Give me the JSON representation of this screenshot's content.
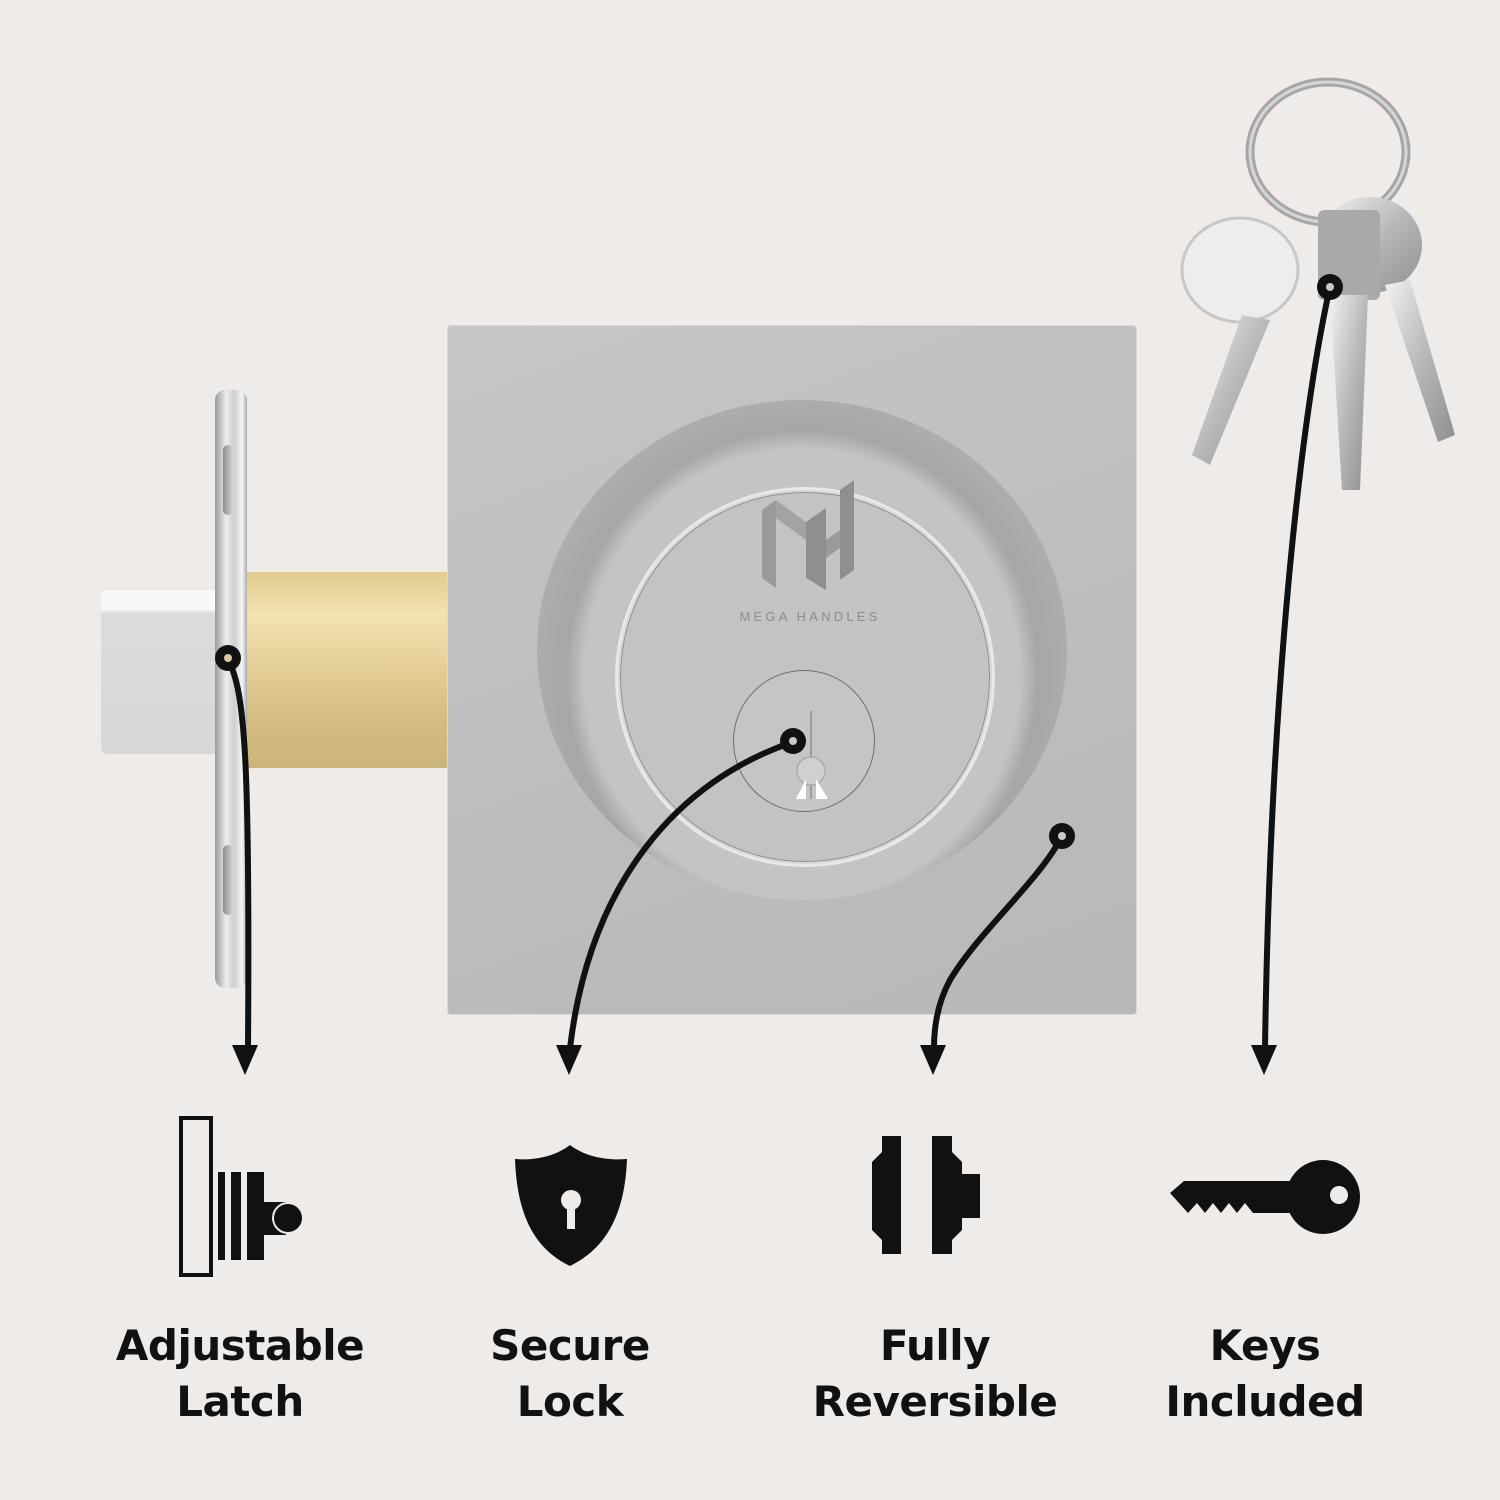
{
  "brand": {
    "monogram": "MH",
    "name": "MEGA HANDLES"
  },
  "colors": {
    "background": "#eeebe8",
    "plate": "#bfbfc1",
    "brass": "#e2cc8e",
    "ink": "#111111",
    "brand_text": "#8d8d8f"
  },
  "features": [
    {
      "id": "adjustable-latch",
      "icon": "latch-icon",
      "line1": "Adjustable",
      "line2": "Latch"
    },
    {
      "id": "secure-lock",
      "icon": "shield-keyhole-icon",
      "line1": "Secure",
      "line2": "Lock"
    },
    {
      "id": "fully-reversible",
      "icon": "reversible-icon",
      "line1": "Fully",
      "line2": "Reversible"
    },
    {
      "id": "keys-included",
      "icon": "key-icon",
      "line1": "Keys",
      "line2": "Included"
    }
  ]
}
